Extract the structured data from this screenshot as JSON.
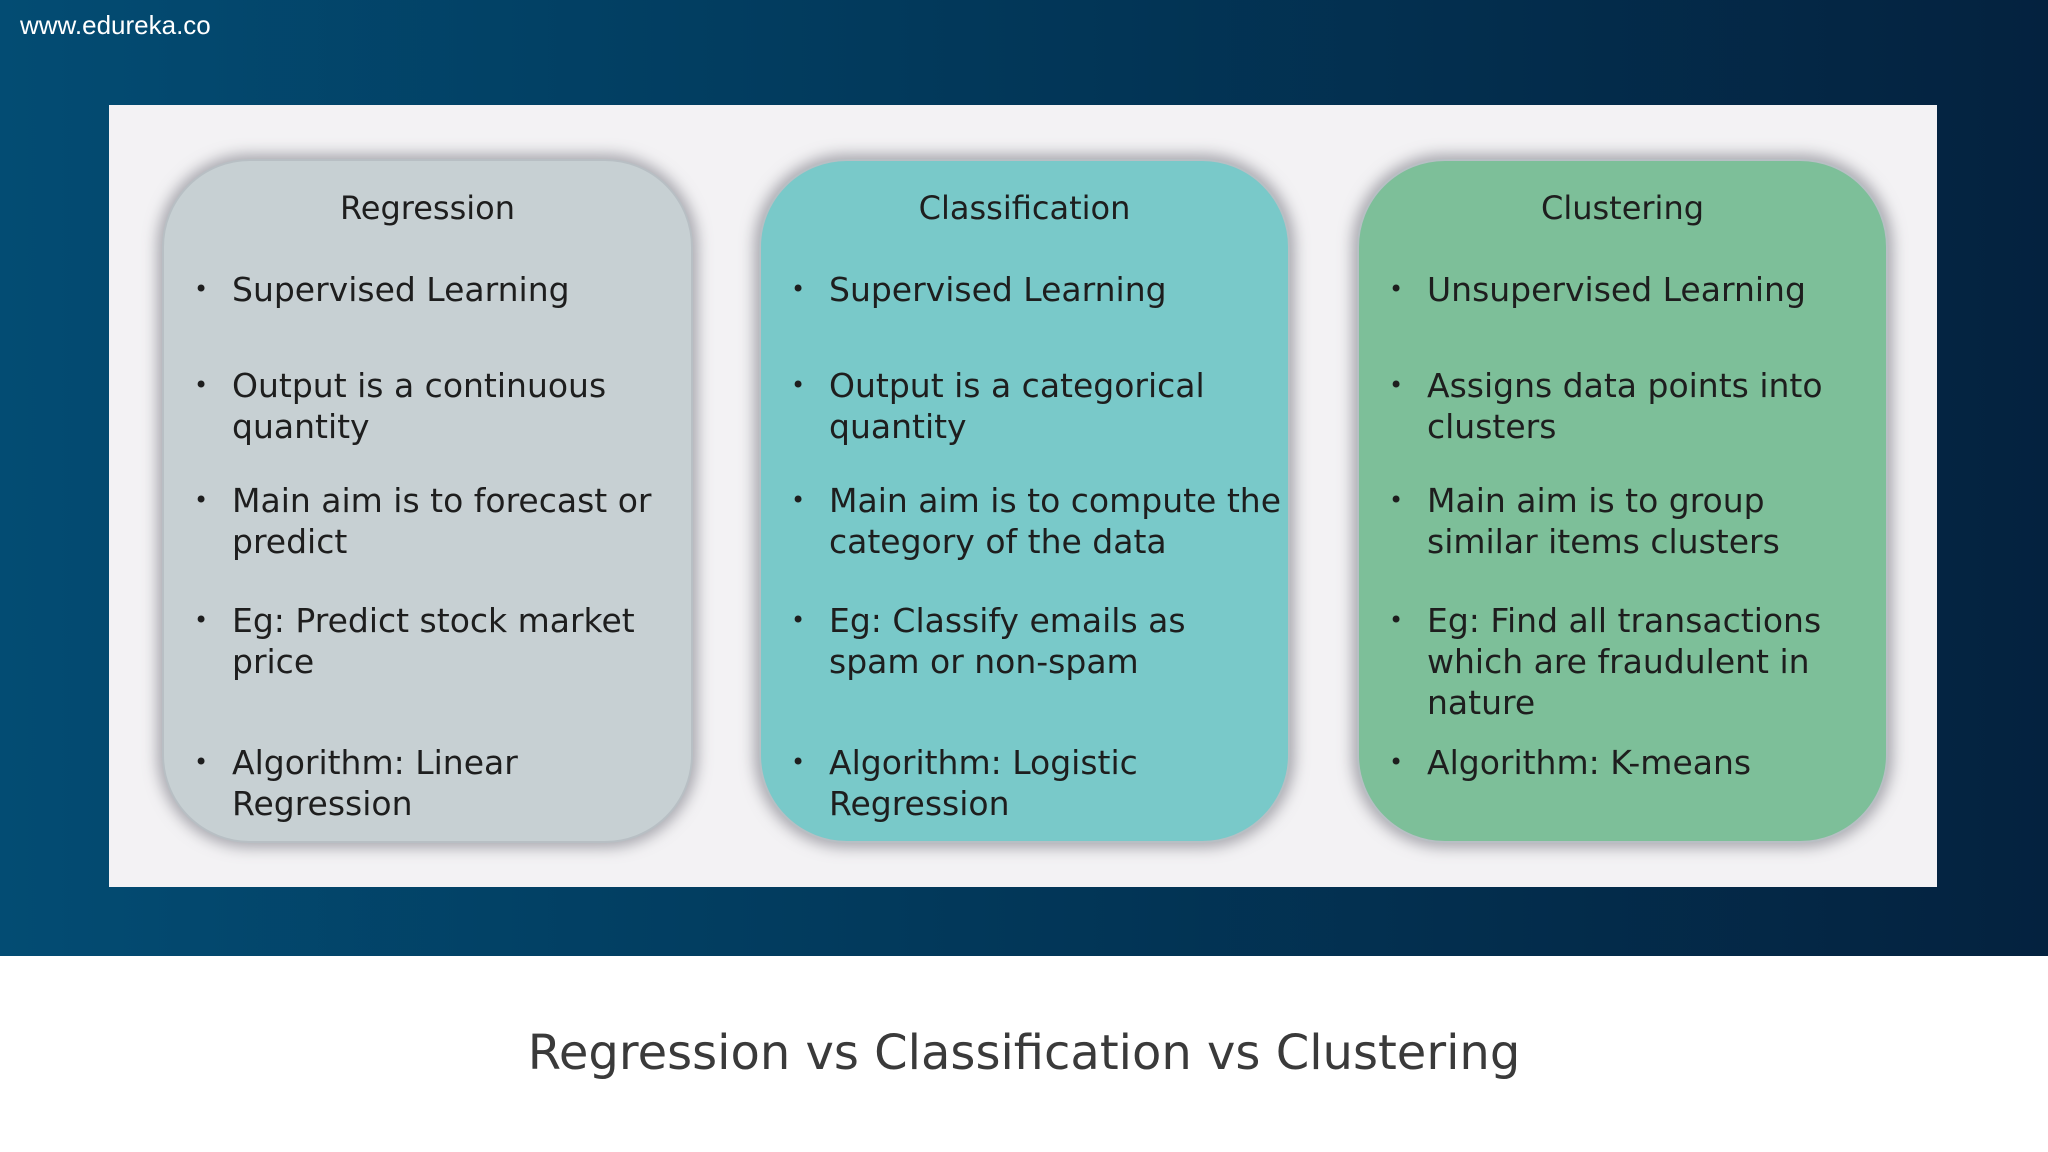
{
  "watermark": "www.edureka.co",
  "caption": "Regression vs Classification vs Clustering",
  "cards": [
    {
      "title": "Regression",
      "bullets": [
        "Supervised Learning",
        "Output is a continuous quantity",
        "Main aim is to forecast or predict",
        "Eg: Predict stock market price",
        "Algorithm: Linear Regression"
      ]
    },
    {
      "title": "Classification",
      "bullets": [
        "Supervised Learning",
        "Output is a categorical quantity",
        "Main aim is to compute the category of the data",
        "Eg: Classify emails as spam or non-spam",
        "Algorithm: Logistic Regression"
      ]
    },
    {
      "title": "Clustering",
      "bullets": [
        "Unsupervised Learning",
        "Assigns data points into clusters",
        "Main aim is to group similar items clusters",
        "Eg: Find all transactions which are fraudulent in nature",
        "Algorithm: K-means"
      ]
    }
  ],
  "colors": {
    "regression_card": "#c7d0d3",
    "classification_card": "#79c9c9",
    "clustering_card": "#7dbf99",
    "background": "#034c73"
  }
}
